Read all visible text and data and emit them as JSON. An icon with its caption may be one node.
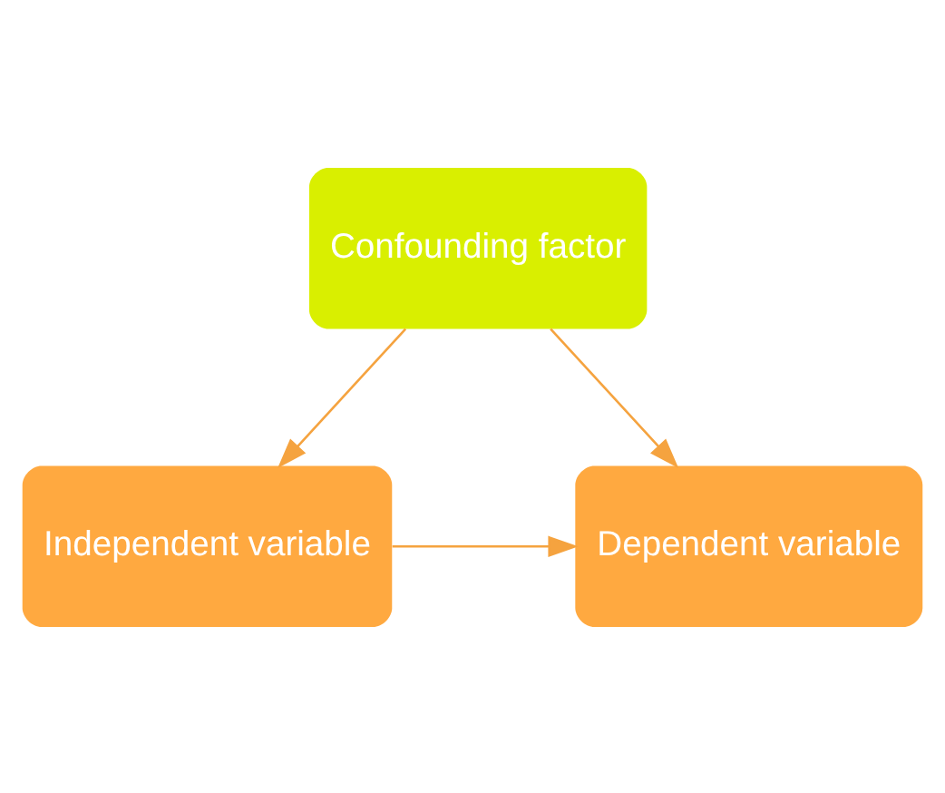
{
  "diagram": {
    "nodes": [
      {
        "text": [
          "Confounding factor"
        ]
      },
      {
        "text": [
          "Independent variable"
        ]
      },
      {
        "text": [
          "Dependent variable"
        ]
      }
    ],
    "edges": [
      {
        "from": 0,
        "to": 1,
        "arrow": "to"
      },
      {
        "from": 0,
        "to": 2,
        "arrow": "to"
      },
      {
        "from": 1,
        "to": 2,
        "arrow": "to"
      }
    ]
  }
}
